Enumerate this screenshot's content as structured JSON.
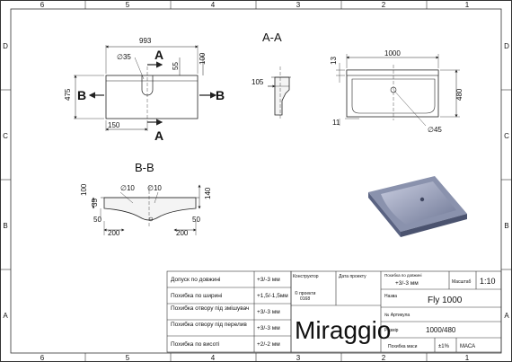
{
  "frame": {
    "columns_top": [
      "6",
      "5",
      "4",
      "3",
      "2",
      "1"
    ],
    "columns_bottom": [
      "6",
      "5",
      "4",
      "3",
      "2",
      "1"
    ],
    "rows_left": [
      "D",
      "C",
      "B",
      "A"
    ],
    "rows_right": [
      "D",
      "C",
      "B",
      "A"
    ]
  },
  "views": {
    "section_aa": "A-A",
    "section_bb": "B-B",
    "cut_a_top": "A",
    "cut_a_bottom": "A",
    "cut_b_left": "B",
    "cut_b_right": "B"
  },
  "dims_plan": {
    "width": "993",
    "depth": "475",
    "hole": "∅35",
    "off55": "55",
    "off100": "100",
    "off150": "150"
  },
  "dims_aa": {
    "d105": "105"
  },
  "dims_top": {
    "width": "1000",
    "depth": "480",
    "h13": "13",
    "d11": "11",
    "hole": "∅45"
  },
  "dims_bb": {
    "h100": "100",
    "h35": "35",
    "d10a": "∅10",
    "d10b": "∅10",
    "h140": "140",
    "d50a": "50",
    "d200a": "200",
    "d200b": "200",
    "d50b": "50"
  },
  "tolerance_table": {
    "rows": [
      {
        "label": "Допуск по довжині",
        "value": "+3/-3 мм"
      },
      {
        "label": "Похибка по ширині",
        "value": "+1,5/-1,5мм"
      },
      {
        "label": "Похибка отвору під змішувач",
        "value": "+3/-3 мм"
      },
      {
        "label": "Похибка отвору під перелив",
        "value": "+3/-3 мм"
      },
      {
        "label": "Похибка по висоті",
        "value": "+2/-2 мм"
      }
    ]
  },
  "title_block": {
    "designer_label": "Конструктор",
    "date_label": "Дата проекту",
    "project_label": "© проекти",
    "project_value": "0168",
    "brand": "Miraggio",
    "length_error_label": "Похибка по довжині",
    "length_error_value": "+3/-3 мм",
    "scale_label": "Масштаб",
    "scale_value": "1:10",
    "name_label": "Назва",
    "name_value": "Fly 1000",
    "article_label": "№ Артикула",
    "size_label": "Розмір",
    "size_value": "1000/480",
    "weight_error_label": "Похибка маси",
    "weight_error_value": "±1%",
    "mass_label": "МАСА"
  }
}
